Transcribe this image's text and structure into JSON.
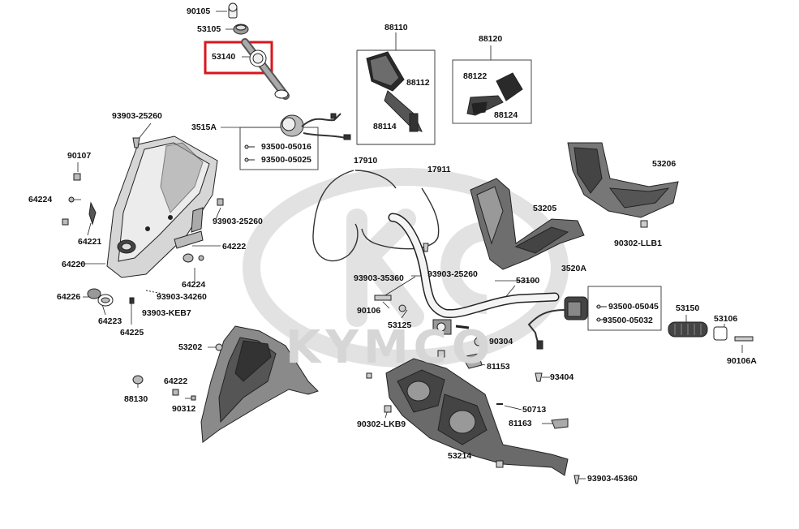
{
  "diagram": {
    "highlight_color": "#d9161c",
    "watermark": {
      "brand_text": "KYMCO",
      "logo_letter": "K"
    },
    "highlighted_part": "53140",
    "labels": {
      "p90105": "90105",
      "p53105": "53105",
      "p53140": "53140",
      "p88110": "88110",
      "p88112": "88112",
      "p88114": "88114",
      "p88120": "88120",
      "p88122": "88122",
      "p88124": "88124",
      "p93903_25260_a": "93903-25260",
      "p3515A": "3515A",
      "p93500_05016": "93500-05016",
      "p93500_05025": "93500-05025",
      "p90107": "90107",
      "p17910": "17910",
      "p17911": "17911",
      "p53206": "53206",
      "p64224_a": "64224",
      "p93903_25260_b": "93903-25260",
      "p53205": "53205",
      "p64221": "64221",
      "p64222_a": "64222",
      "p90302_LLB1": "90302-LLB1",
      "p64220": "64220",
      "p64224_b": "64224",
      "p93903_25260_c": "93903-25260",
      "p93903_35360": "93903-35360",
      "p53100": "53100",
      "p3520A": "3520A",
      "p64226": "64226",
      "p93903_34260": "93903-34260",
      "p90106": "90106",
      "p93500_05045": "93500-05045",
      "p53150": "53150",
      "p93903_KEB7": "93903-KEB7",
      "p53125": "53125",
      "p93500_05032": "93500-05032",
      "p53106": "53106",
      "p64223": "64223",
      "p64225": "64225",
      "p90304": "90304",
      "p53202": "53202",
      "p90106A": "90106A",
      "p81153": "81153",
      "p64222_b": "64222",
      "p93404": "93404",
      "p88130": "88130",
      "p90312": "90312",
      "p50713": "50713",
      "p81163": "81163",
      "p90302_LKB9": "90302-LKB9",
      "p53214": "53214",
      "p93903_45360": "93903-45360"
    }
  }
}
